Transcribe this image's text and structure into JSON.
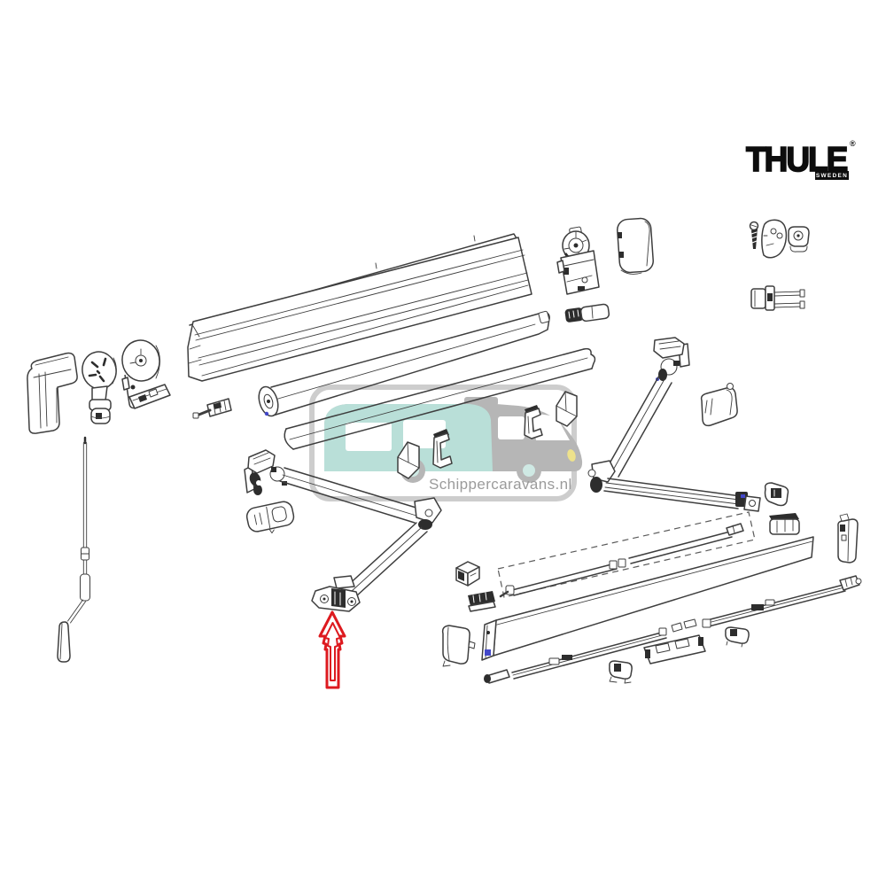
{
  "page": {
    "background": "#ffffff"
  },
  "brand": {
    "name": "THULE",
    "registered_mark": "®",
    "tagline": "SWEDEN",
    "color": "#0d0d0d"
  },
  "watermark": {
    "site_text": "Schippercaravans.nl",
    "text_color": "#9b9b9b",
    "frame_color": "#cdcdcd",
    "vehicle_cab_color": "#b6b6b6",
    "vehicle_body_color": "#b9dfd8",
    "wheel_hub_color": "#cfe9e4",
    "headlight_color": "#eee28b"
  },
  "annotation": {
    "type": "arrow",
    "direction": "up",
    "color": "#dd1a1f",
    "points_to": "left-arm-foot-bracket"
  },
  "diagram": {
    "type": "exploded-parts-drawing",
    "line_color": "#3e3e3e",
    "detail_color": "#2d2d2d",
    "accent_color": "#4348c9",
    "parts": [
      "left-end-cap",
      "gear-knob",
      "left-gearbox",
      "crank-rod",
      "top-strip",
      "case-profile",
      "roller-tube",
      "cloth-roll",
      "left-connector",
      "top-gearbox",
      "right-end-cap-cover",
      "top-connector",
      "screw",
      "mounting-plate",
      "small-cap",
      "pin-clip",
      "left-spring-arm",
      "left-arm-cover",
      "right-spring-arm",
      "knuckle-cover",
      "right-clamp",
      "right-slider",
      "tension-rafter",
      "front-panel",
      "lead-rail-left",
      "lead-rail-right",
      "clip-a",
      "base-plate",
      "clip-b",
      "corner-end-piece",
      "small-block",
      "small-slider",
      "curved-cover",
      "folded-bracket-1",
      "wall-bracket-1",
      "wall-bracket-2",
      "folded-bracket-2"
    ]
  }
}
